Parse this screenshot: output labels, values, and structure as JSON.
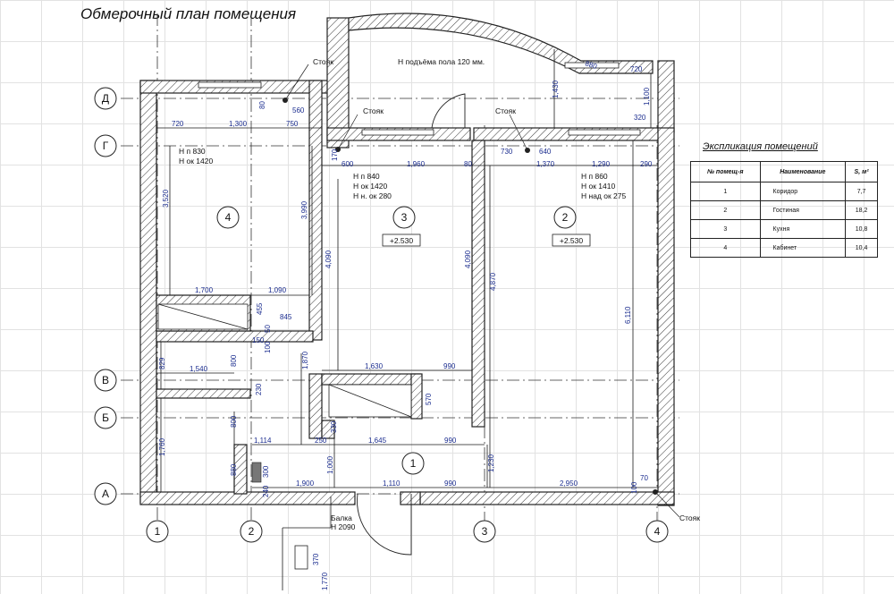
{
  "title": "Обмерочный план помещения",
  "notes": {
    "floor_rise": "Н подъёма пола 120 мм.",
    "stoyak": "Стояк",
    "balka_label": "Балка",
    "balka_height": "Н 2090"
  },
  "axes": {
    "rows": [
      "Д",
      "Г",
      "В",
      "Б",
      "А"
    ],
    "cols": [
      "1",
      "2",
      "3",
      "4"
    ]
  },
  "rooms": [
    {
      "num": "4"
    },
    {
      "num": "3",
      "level": "+2.530"
    },
    {
      "num": "2",
      "level": "+2.530"
    },
    {
      "num": "1"
    }
  ],
  "window_notes": {
    "w4": [
      "Н п 830",
      "Н ок 1420"
    ],
    "w3": [
      "Н п 840",
      "Н ок 1420",
      "Н н. ок 280"
    ],
    "w2": [
      "Н п 860",
      "Н ок 1410",
      "Н над ок 275"
    ]
  },
  "dimensions": {
    "top_left": [
      "720",
      "1,300",
      "750",
      "560",
      "80"
    ],
    "top_mid": [
      "600",
      "1,960",
      "80",
      "170"
    ],
    "top_right": [
      "730",
      "640",
      "1,370",
      "1,290",
      "290"
    ],
    "bay": [
      "880",
      "720",
      "1,430",
      "1,100",
      "320"
    ],
    "room4": [
      "3,520",
      "3,990",
      "1,700",
      "1,090",
      "845",
      "455",
      "100",
      "50",
      "150",
      "1,540",
      "800",
      "829",
      "230"
    ],
    "room3": [
      "4,090",
      "1,870",
      "1,630",
      "990",
      "570",
      "330"
    ],
    "room2": [
      "4,090",
      "4,870",
      "6,110"
    ],
    "corridor": [
      "1,114",
      "1,645",
      "990",
      "250",
      "800",
      "1,760",
      "880",
      "300",
      "240",
      "1,000",
      "1,900",
      "1,110",
      "990",
      "2,950",
      "1,230",
      "100",
      "70",
      "370",
      "1,770"
    ]
  },
  "explication": {
    "title": "Экспликация помещений",
    "headers": [
      "№ помещ-я",
      "Наименование",
      "S, м²"
    ],
    "rows": [
      [
        "1",
        "Коридор",
        "7,7"
      ],
      [
        "2",
        "Гостиная",
        "18,2"
      ],
      [
        "3",
        "Кухня",
        "10,8"
      ],
      [
        "4",
        "Кабинет",
        "10,4"
      ]
    ]
  },
  "colors": {
    "dimension_text": "#1b2d8f",
    "line": "#1a1a1a"
  }
}
